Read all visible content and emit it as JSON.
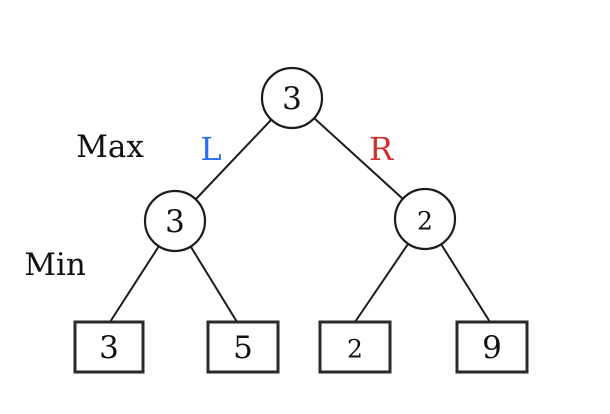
{
  "diagram": {
    "level_labels": {
      "max": "Max",
      "min": "Min"
    },
    "branch_labels": {
      "left": "L",
      "right": "R"
    },
    "root": {
      "value": "3"
    },
    "internal_nodes": [
      {
        "value": "3"
      },
      {
        "value": "2"
      }
    ],
    "leaf_nodes": [
      {
        "value": "3"
      },
      {
        "value": "5"
      },
      {
        "value": "2"
      },
      {
        "value": "9"
      }
    ],
    "colors": {
      "root_value": "#ef352c",
      "left_branch_label": "#2a6df0",
      "right_branch_label": "#d32f2f"
    }
  }
}
